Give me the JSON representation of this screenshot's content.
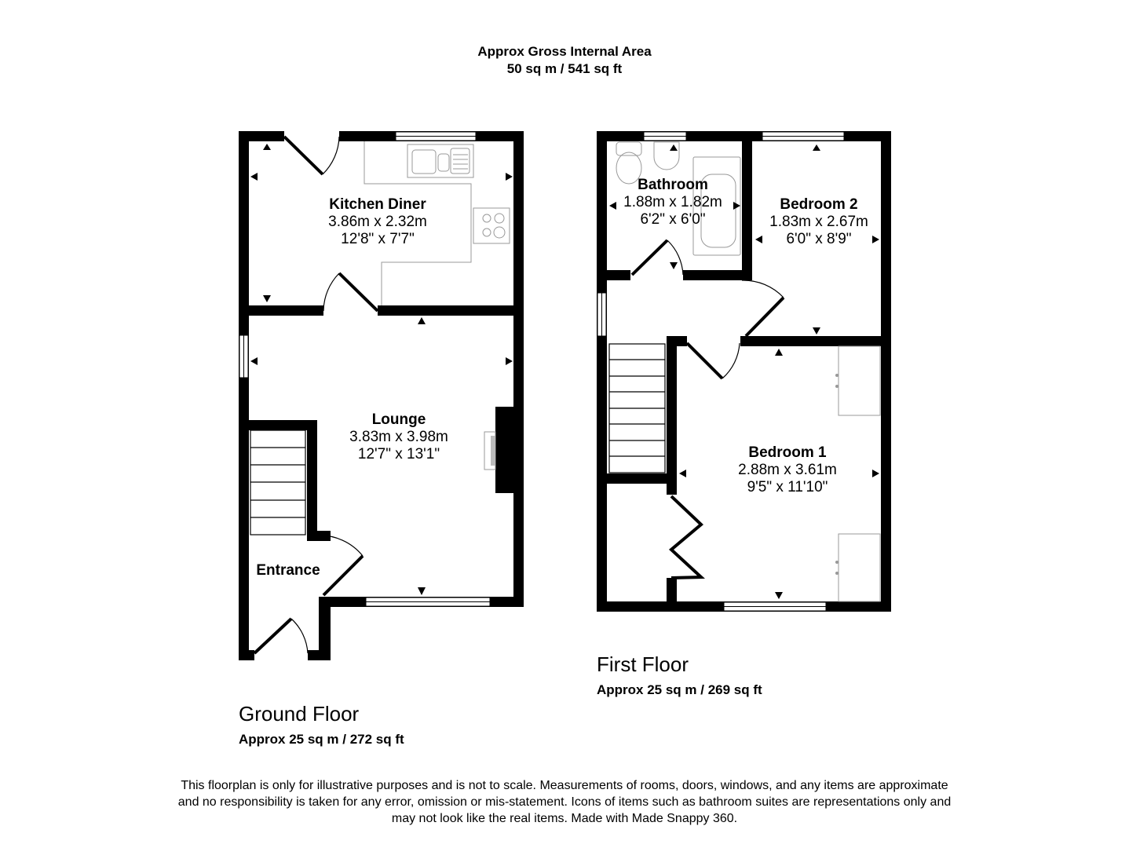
{
  "header": {
    "title": "Approx Gross Internal Area",
    "total_area": "50 sq m / 541 sq ft"
  },
  "floors": [
    {
      "name": "Ground Floor",
      "area": "Approx 25 sq m / 272 sq ft",
      "rooms": [
        {
          "name": "Kitchen Diner",
          "metric": "3.86m x 2.32m",
          "imperial": "12'8\" x 7'7\""
        },
        {
          "name": "Lounge",
          "metric": "3.83m x 3.98m",
          "imperial": "12'7\" x 13'1\""
        },
        {
          "name": "Entrance"
        }
      ]
    },
    {
      "name": "First Floor",
      "area": "Approx 25 sq m / 269 sq ft",
      "rooms": [
        {
          "name": "Bathroom",
          "metric": "1.88m x 1.82m",
          "imperial": "6'2\" x 6'0\""
        },
        {
          "name": "Bedroom 2",
          "metric": "1.83m x 2.67m",
          "imperial": "6'0\" x 8'9\""
        },
        {
          "name": "Bedroom 1",
          "metric": "2.88m x 3.61m",
          "imperial": "9'5\" x 11'10\""
        }
      ]
    }
  ],
  "disclaimer": {
    "line1": "This floorplan is only for illustrative purposes and is not to scale. Measurements of rooms, doors, windows, and any items are approximate",
    "line2": "and no responsibility is taken for any error, omission or mis-statement. Icons of items such as bathroom suites are representations only and",
    "line3": "may not look like the real items. Made with Made Snappy 360."
  },
  "colors": {
    "wall": "#000000",
    "fixture": "#999999",
    "background": "#ffffff"
  }
}
